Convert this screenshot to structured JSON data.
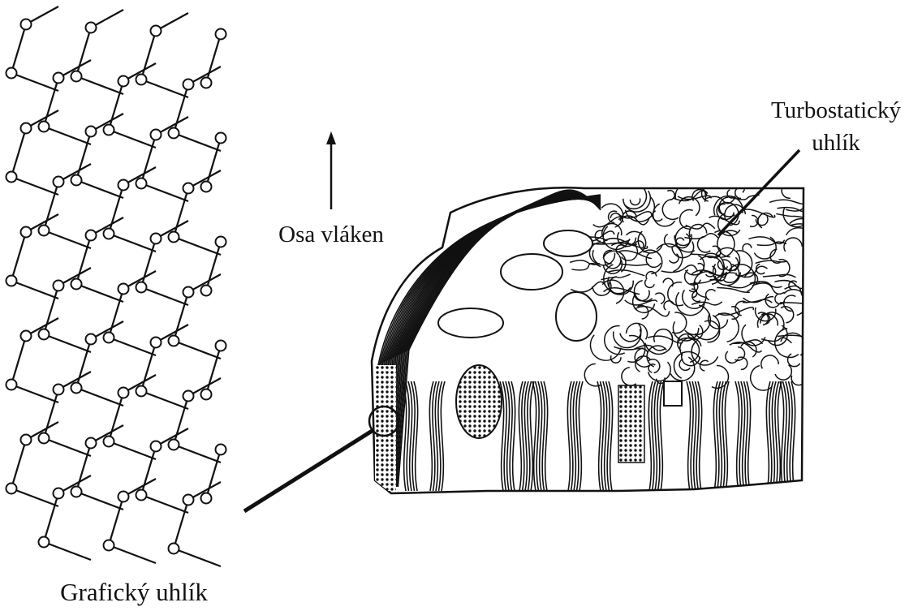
{
  "labels": {
    "fiber_axis": "Osa vláken",
    "turbostratic_line1": "Turbostatický",
    "turbostratic_line2": "uhlík",
    "graphitic": "Grafický uhlík"
  },
  "colors": {
    "ink": "#111111",
    "background": "#ffffff"
  }
}
